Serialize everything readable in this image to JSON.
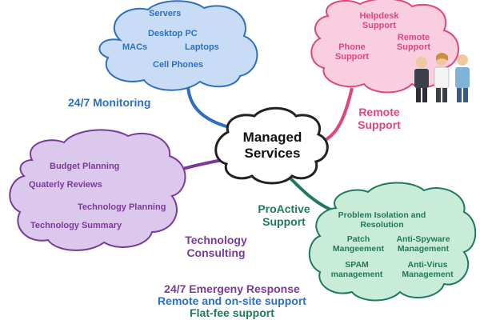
{
  "center": {
    "line1": "Managed",
    "line2": "Services"
  },
  "monitoring": {
    "label": "24/7 Monitoring",
    "items": [
      "Servers",
      "Desktop PC",
      "MACs",
      "Laptops",
      "Cell Phones"
    ]
  },
  "remote": {
    "label_line1": "Remote",
    "label_line2": "Support",
    "items": [
      {
        "line1": "Helpdesk",
        "line2": "Support"
      },
      {
        "line1": "Phone",
        "line2": "Support"
      },
      {
        "line1": "Remote",
        "line2": "Support"
      }
    ]
  },
  "consulting": {
    "label_line1": "Technology",
    "label_line2": "Consulting",
    "items": [
      "Budget Planning",
      "Quaterly Reviews",
      "Technology Planning",
      "Technology Summary"
    ]
  },
  "proactive": {
    "label_line1": "ProActive",
    "label_line2": "Support",
    "items": [
      {
        "line1": "Problem Isolation and",
        "line2": "Resolution"
      },
      {
        "line1": "Patch",
        "line2": "Mangeement"
      },
      {
        "line1": "Anti-Spyware",
        "line2": "Management"
      },
      {
        "line1": "SPAM",
        "line2": "management"
      },
      {
        "line1": "Anti-Virus",
        "line2": "Management"
      }
    ]
  },
  "bottom": {
    "line1": "24/7 Emergeny Response",
    "line2": "Remote and on-site support",
    "line3": "Flat-fee support"
  },
  "colors": {
    "blue": "#2f6fc0",
    "blue_fill": "#c9dcf5",
    "pink": "#e0457b",
    "pink_fill": "#f9cfe0",
    "purple": "#7a3a9a",
    "purple_fill": "#dcc8ec",
    "green": "#1e7a5e",
    "green_fill": "#c8ecd8"
  },
  "icons": [
    "people-icon"
  ]
}
